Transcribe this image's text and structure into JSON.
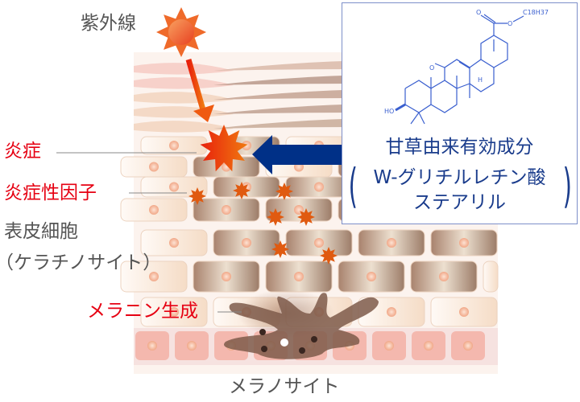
{
  "labels": {
    "uv": "紫外線",
    "inflammation": "炎症",
    "inflammatory_factor": "炎症性因子",
    "epidermal_cell": "表皮細胞",
    "keratinocyte": "（ケラチノサイト）",
    "melanin_production": "メラニン生成",
    "melanocyte": "メラノサイト"
  },
  "ingredient_box": {
    "line1": "甘草由来有効成分",
    "line2": "W-グリチルレチン酸",
    "line3": "ステアリル",
    "structure_labels": {
      "hydroxyl": "HO",
      "ester_chain": "C18H37",
      "carbonyl_o": "O",
      "ester_o": "O",
      "hydrogen": "H"
    }
  },
  "colors": {
    "red_label": "#e60012",
    "blue": "#1a3c8c",
    "arrow_blue": "#003087",
    "factor_orange": "#e05a10",
    "gray_text": "#555555"
  }
}
